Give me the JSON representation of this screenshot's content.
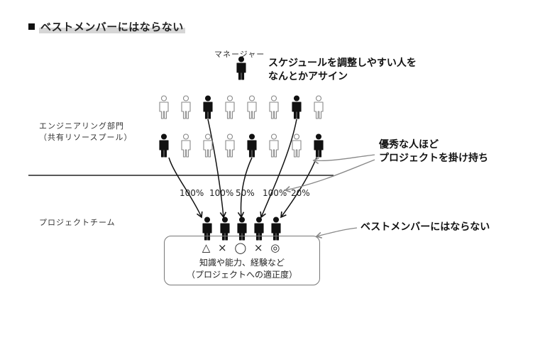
{
  "title": "ベストメンバーにはならない",
  "manager_label": "マネージャー",
  "manager_note": [
    "スケジュールを調整しやすい人を",
    "なんとかアサイン"
  ],
  "engineering_label": [
    "エンジニアリング部門",
    "（共有リソースプール）"
  ],
  "excellent_note": [
    "優秀な人ほど",
    "プロジェクトを掛け持ち"
  ],
  "allocations": [
    "100%",
    "100%",
    "50%",
    "100%",
    "20%"
  ],
  "team_label": "プロジェクトチーム",
  "team_note": "ベストメンバーにはならない",
  "skill_symbols": "△ × ◯ × ◎",
  "skills_caption": [
    "知識や能力、経験など",
    "（プロジェクトへの適正度）"
  ],
  "pool": {
    "row1_highlighted": [
      false,
      false,
      true,
      false,
      false,
      false,
      true,
      false
    ],
    "row2_highlighted": [
      true,
      false,
      false,
      false,
      true,
      false,
      false,
      true
    ]
  },
  "colors": {
    "filled": "#111111",
    "outline": "#888888",
    "connector": "#888888"
  }
}
